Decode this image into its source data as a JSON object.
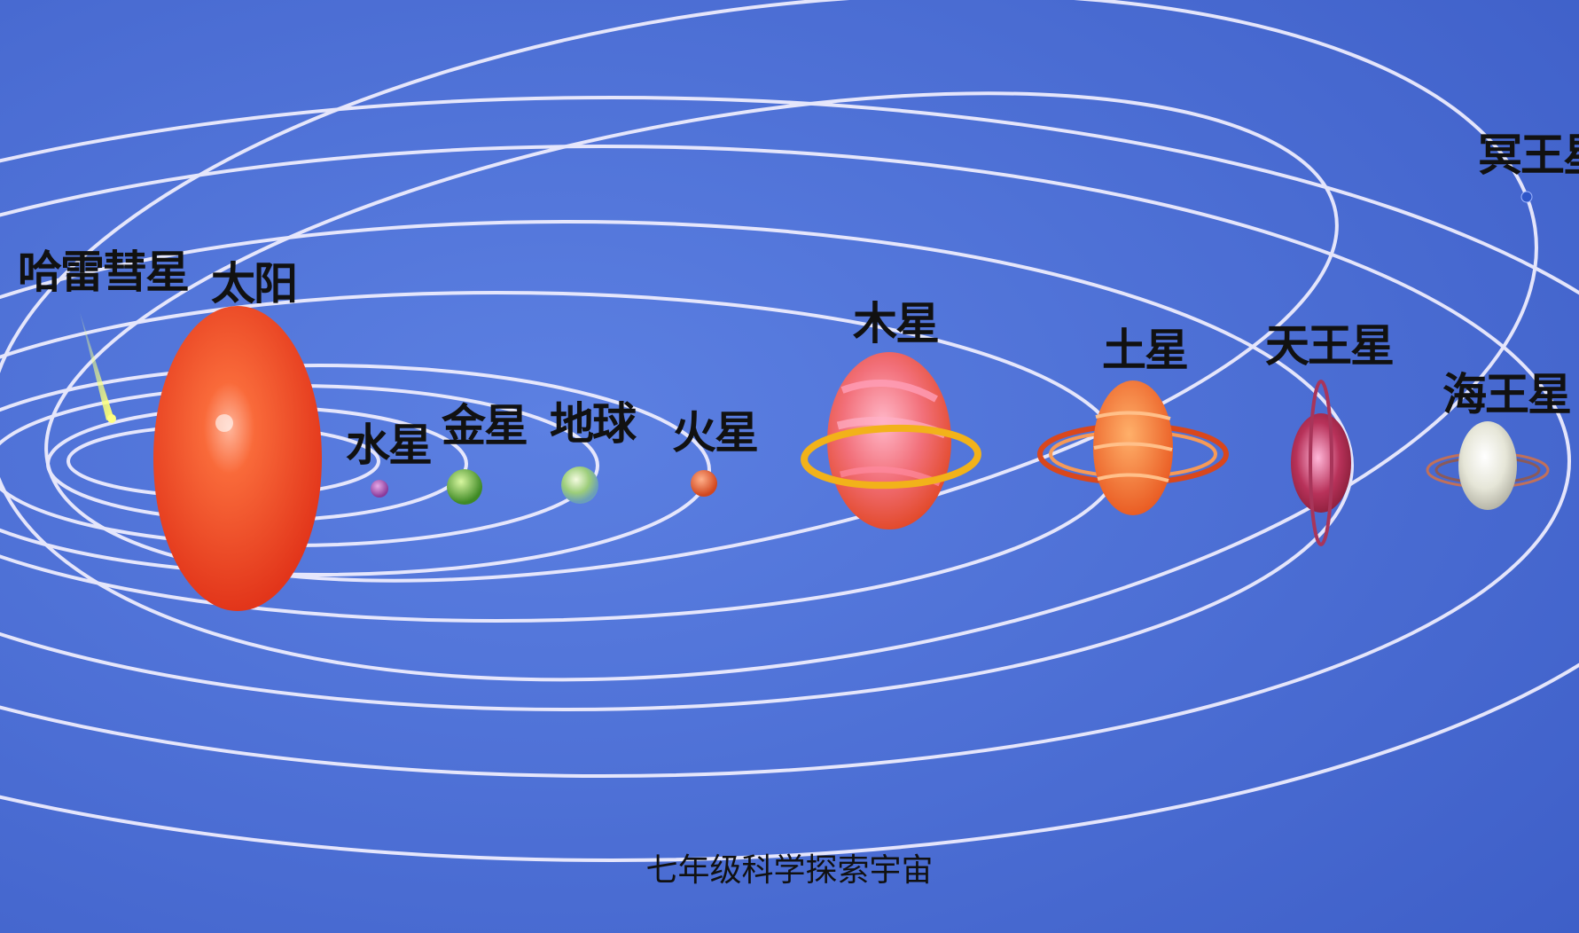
{
  "colors": {
    "background": "#4a6fd6",
    "orbit": "#f2f0ff",
    "sun": "#ef4a1f",
    "label": "#111111"
  },
  "labels": {
    "halley": "哈雷彗星",
    "sun": "太阳",
    "mercury": "水星",
    "venus": "金星",
    "earth": "地球",
    "mars": "火星",
    "jupiter": "木星",
    "saturn": "土星",
    "uranus": "天王星",
    "neptune": "海王星",
    "pluto": "冥王星"
  },
  "caption": "七年级科学探索宇宙"
}
